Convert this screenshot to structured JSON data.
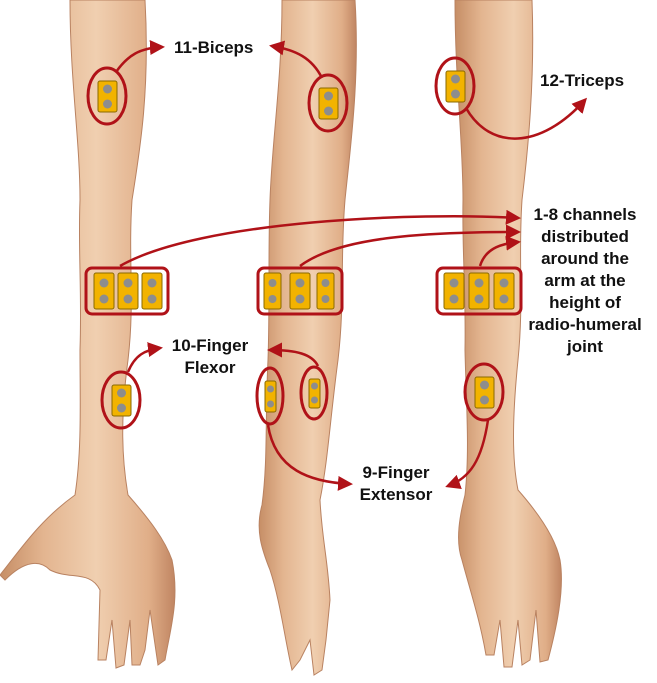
{
  "colors": {
    "skin": "#e3b590",
    "skin_shadow": "#c68e66",
    "skin_light": "#f0cfb0",
    "annotation_red": "#b01218",
    "electrode_gold": "#f2b300",
    "electrode_grey": "#8d8d8d"
  },
  "labels": {
    "biceps": "11-Biceps",
    "triceps": "12-Triceps",
    "channels": [
      "1-8 channels",
      "distributed",
      "around the",
      "arm at the",
      "height of",
      "radio-humeral",
      "joint"
    ],
    "finger_flexor": [
      "10-Finger",
      "Flexor"
    ],
    "finger_extensor": [
      "9-Finger",
      "Extensor"
    ]
  }
}
